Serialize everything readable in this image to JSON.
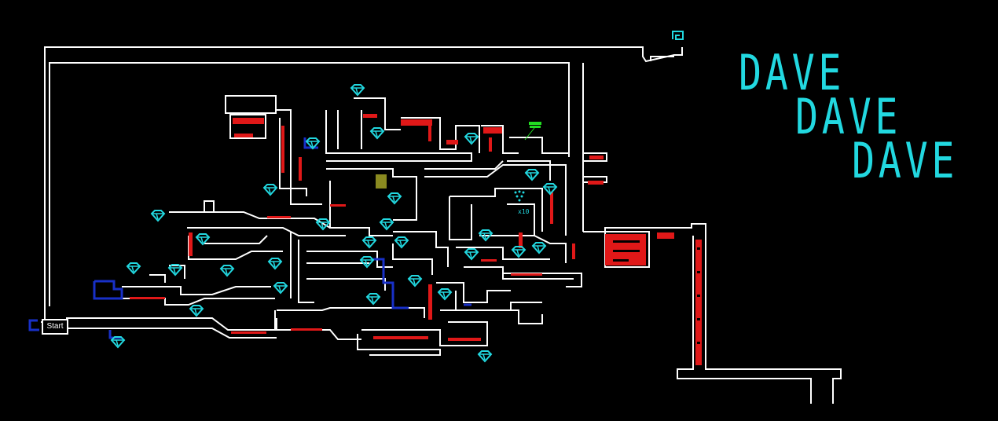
{
  "title": {
    "lines": [
      "DAVE",
      "DAVE",
      "DAVE"
    ]
  },
  "map": {
    "start_label": "Start",
    "counter_text": "x10",
    "colors": {
      "background": "#000000",
      "walls": "#ffffff",
      "hazard": "#e01818",
      "water": "#1830c8",
      "gem": "#22d8e0",
      "trophy": "#22dd22",
      "door": "#8a8a20",
      "title": "#22d8e0"
    },
    "icons": [
      "gem-icon",
      "trophy-icon",
      "spiral-exit-icon",
      "key-door-icon"
    ]
  }
}
